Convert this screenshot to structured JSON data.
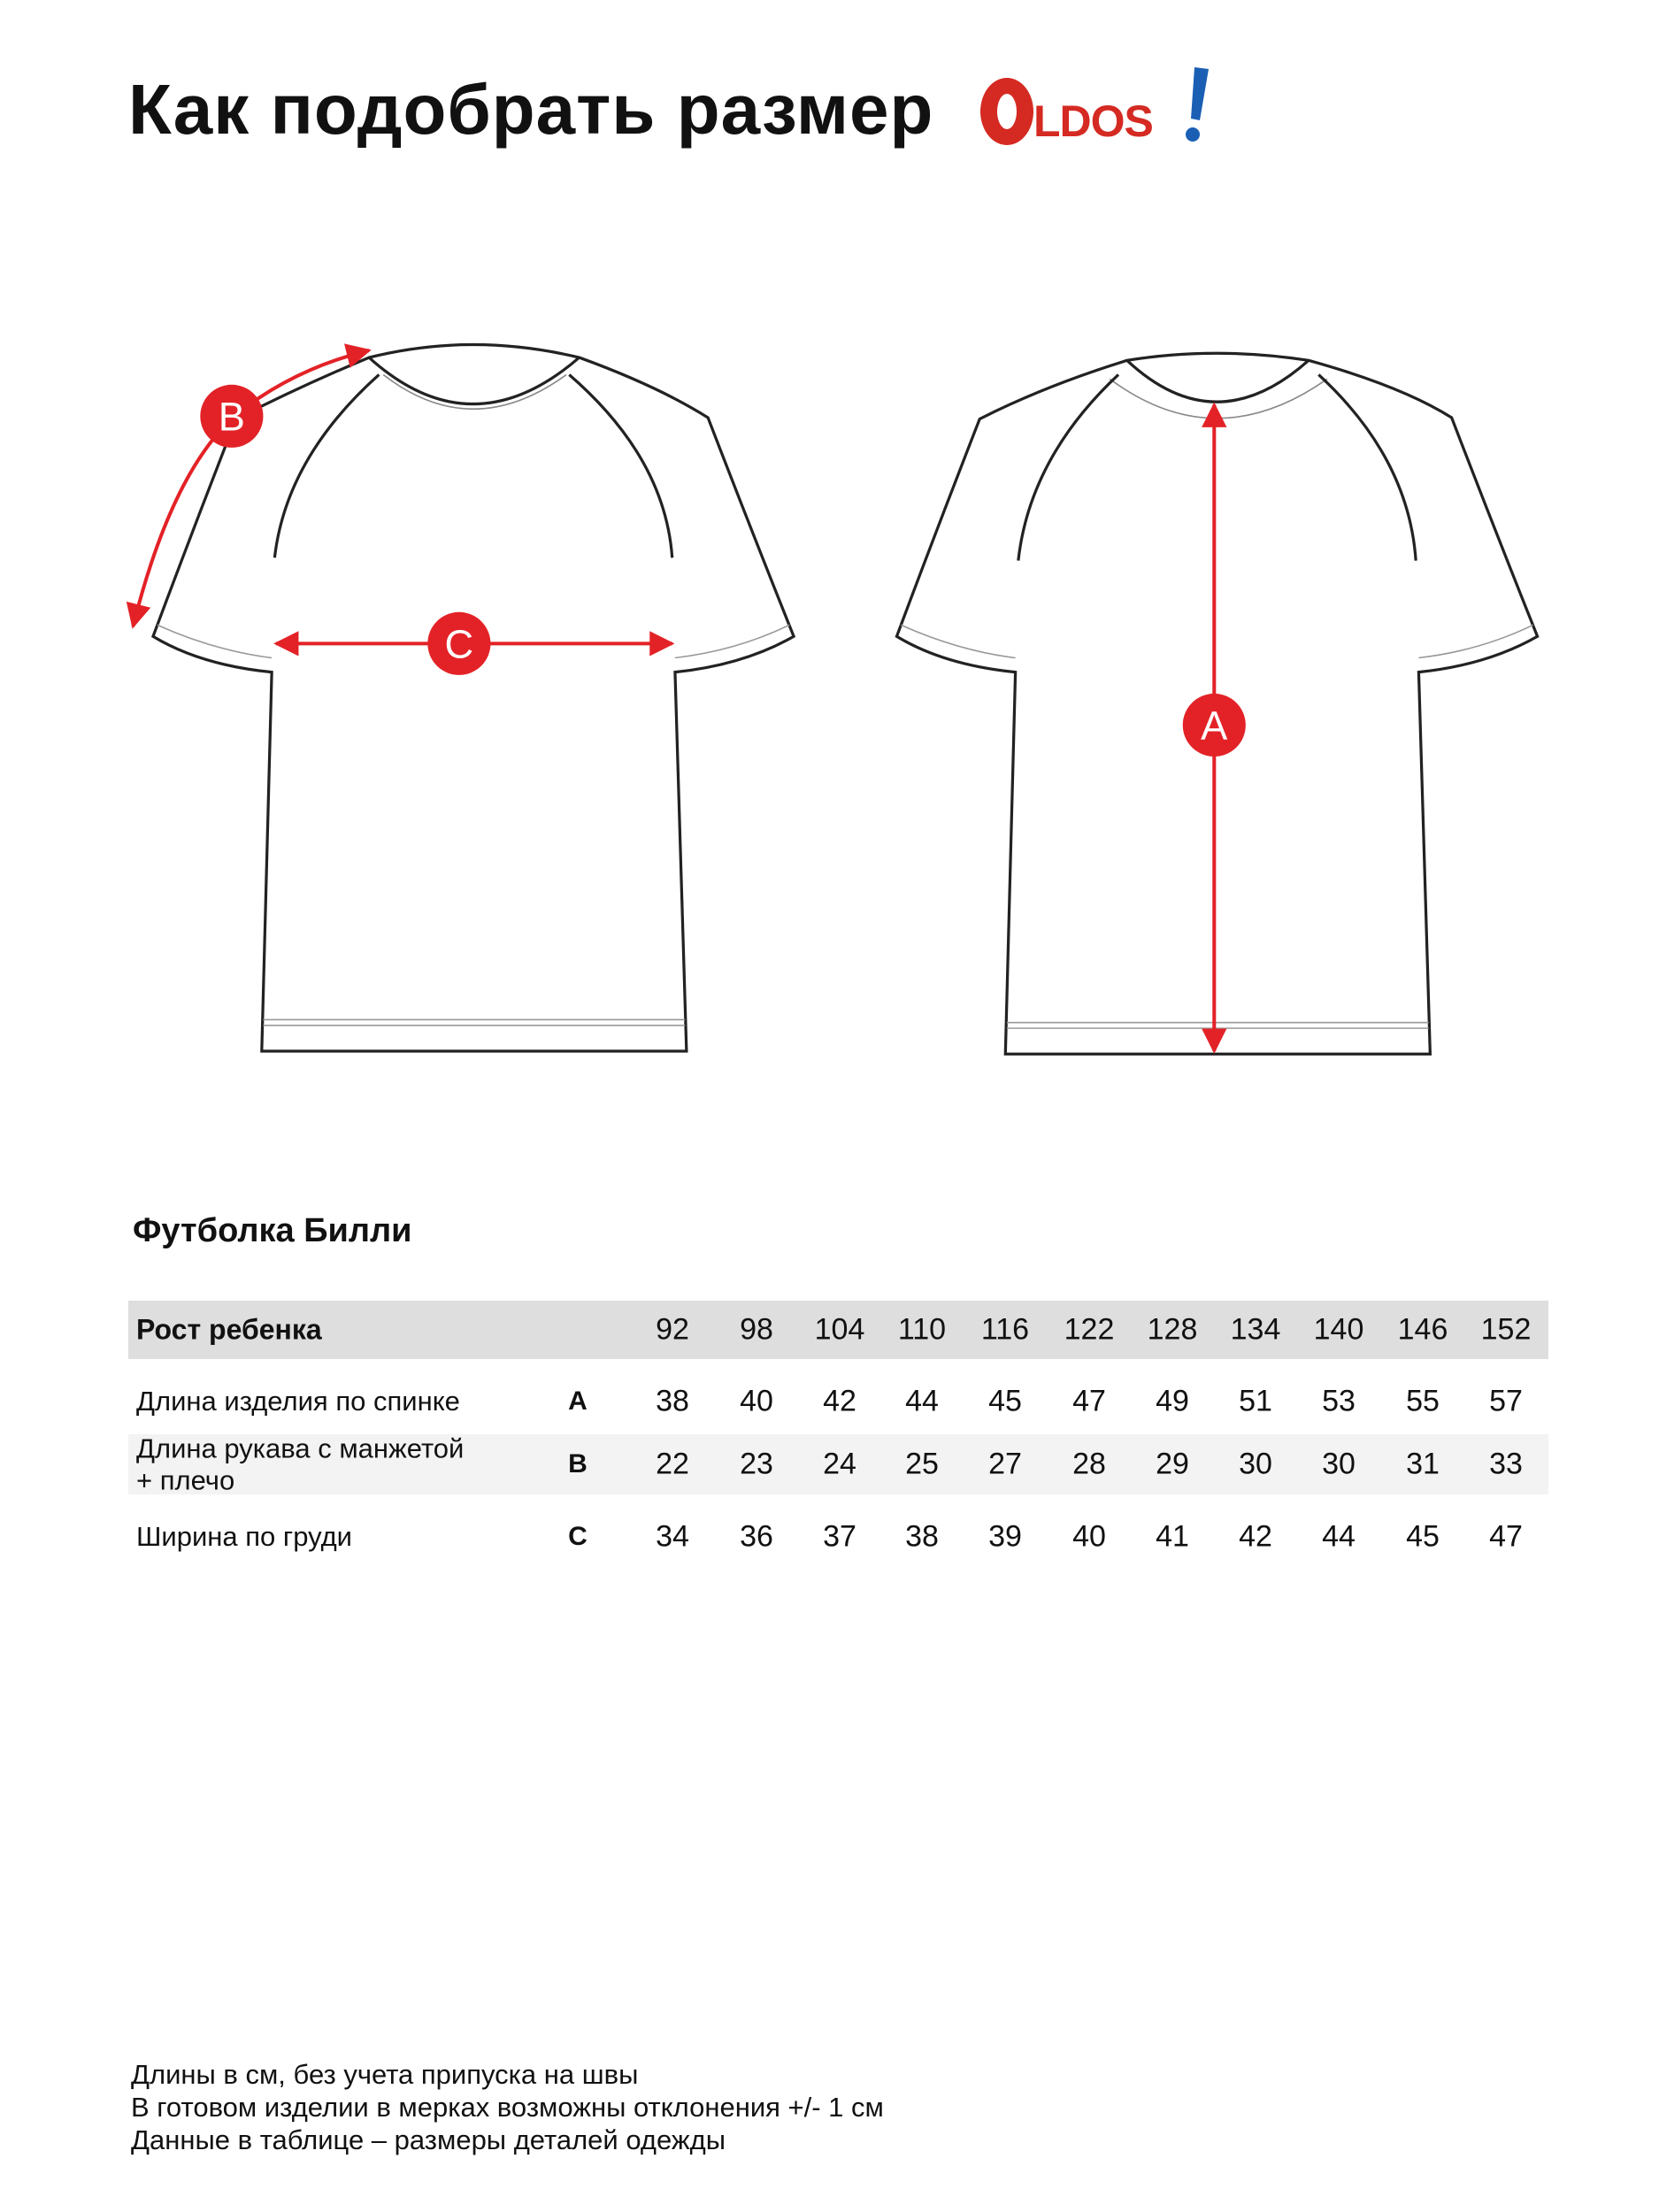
{
  "header": {
    "title": "Как подобрать размер",
    "logo_text": "OLDOS!"
  },
  "colors": {
    "accent": "#e32227",
    "logo_red": "#d42a22",
    "logo_blue": "#1a5fb4",
    "header_band": "#dedede",
    "alt_band": "#f3f3f3"
  },
  "markers": {
    "a": "A",
    "b": "B",
    "c": "C"
  },
  "product": {
    "name": "Футболка Билли"
  },
  "table": {
    "header_label": "Рост ребенка",
    "sizes": [
      "92",
      "98",
      "104",
      "110",
      "116",
      "122",
      "128",
      "134",
      "140",
      "146",
      "152"
    ],
    "rows": [
      {
        "label": "Длина изделия по спинке",
        "label2": "",
        "code": "A",
        "values": [
          "38",
          "40",
          "42",
          "44",
          "45",
          "47",
          "49",
          "51",
          "53",
          "55",
          "57"
        ]
      },
      {
        "label": "Длина рукава с манжетой",
        "label2": "+ плечо",
        "code": "B",
        "values": [
          "22",
          "23",
          "24",
          "25",
          "27",
          "28",
          "29",
          "30",
          "30",
          "31",
          "33"
        ]
      },
      {
        "label": "Ширина по груди",
        "label2": "",
        "code": "C",
        "values": [
          "34",
          "36",
          "37",
          "38",
          "39",
          "40",
          "41",
          "42",
          "44",
          "45",
          "47"
        ]
      }
    ]
  },
  "footer": {
    "lines": [
      "Длины в см, без учета припуска на швы",
      "В готовом изделии в мерках возможны отклонения +/- 1 см",
      "Данные в таблице – размеры деталей одежды"
    ]
  }
}
